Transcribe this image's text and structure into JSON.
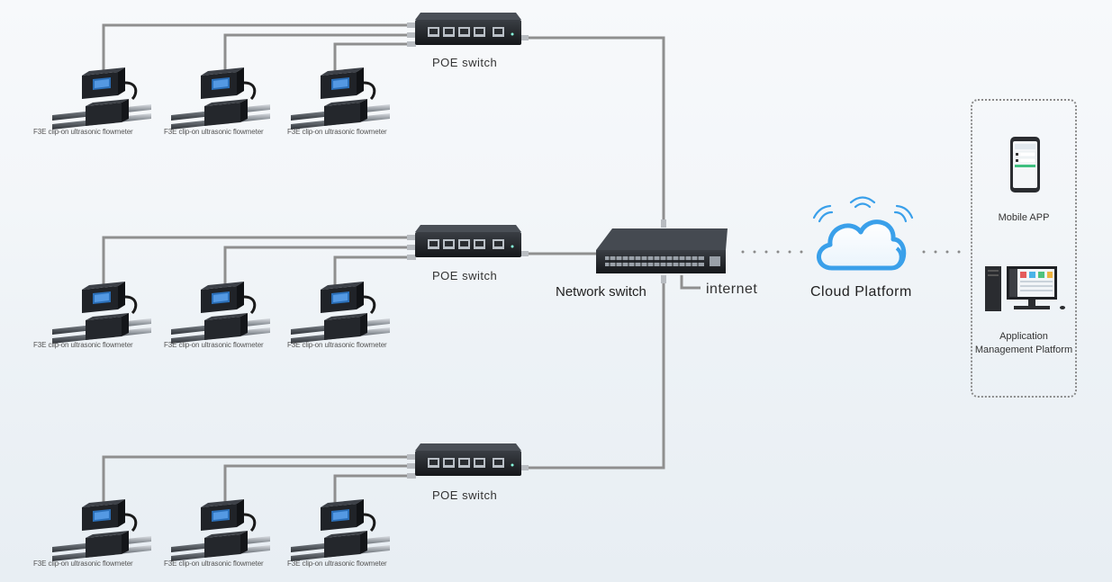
{
  "flowmeter_label": "F3E clip-on ultrasonic flowmeter",
  "poe_switch_label": "POE switch",
  "network_switch_label": "Network switch",
  "internet_label": "internet",
  "cloud_label": "Cloud Platform",
  "mobile_app_label": "Mobile APP",
  "app_platform_label": "Application Management Platform",
  "colors": {
    "cable": "#8f8f8f",
    "device_body": "#1c1f24",
    "cloud_blue": "#3aa0ea",
    "dotted": "#8a8a8a"
  },
  "groups": [
    {
      "flowmeters": 3
    },
    {
      "flowmeters": 3
    },
    {
      "flowmeters": 3
    }
  ]
}
